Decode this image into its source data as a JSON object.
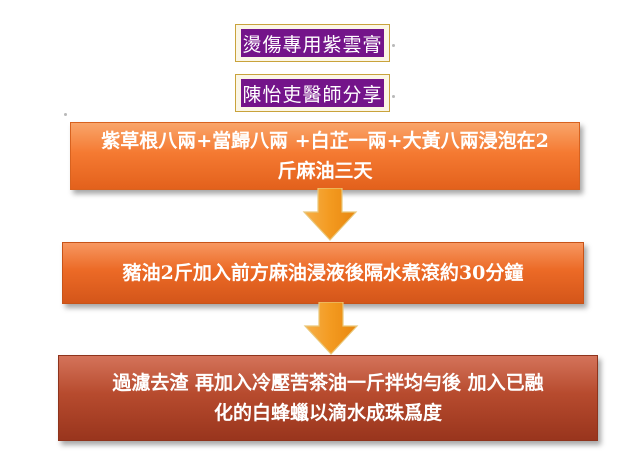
{
  "titles": {
    "line1": "燙傷專用紫雲膏",
    "line2": "陳怡吏醫師分享"
  },
  "steps": [
    {
      "lines": [
        "紫草根八兩+當歸八兩 +白芷一兩+大黃八兩浸泡在2",
        "斤麻油三天"
      ]
    },
    {
      "lines": [
        "豬油2斤加入前方麻油浸液後隔水煮滾約30分鐘"
      ]
    },
    {
      "lines": [
        "過濾去渣 再加入冷壓苦茶油一斤拌均勻後 加入已融",
        "化的白蜂蠟以滴水成珠爲度"
      ]
    }
  ],
  "colors": {
    "title_fill": "#74148a",
    "title_border": "#c9a33b",
    "step1": "#f57a32",
    "step2": "#ec6a26",
    "step3": "#b74b2e",
    "arrow": "#f39a20"
  }
}
